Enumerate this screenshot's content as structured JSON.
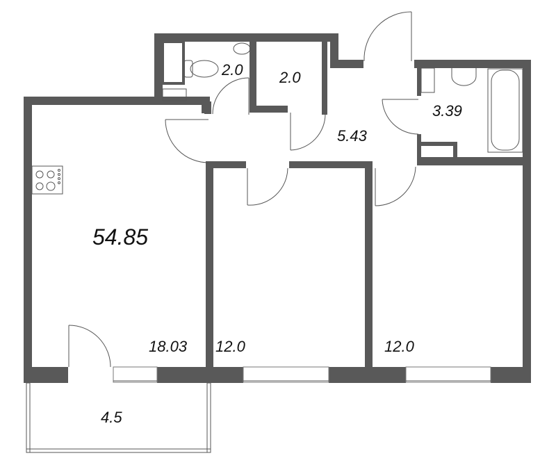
{
  "plan": {
    "total_area": "54.85",
    "rooms": [
      {
        "id": "kitchen_living",
        "area": "18.03"
      },
      {
        "id": "bedroom_middle",
        "area": "12.0"
      },
      {
        "id": "bedroom_right",
        "area": "12.0"
      },
      {
        "id": "hallway",
        "area": "5.43"
      },
      {
        "id": "toilet",
        "area": "2.0"
      },
      {
        "id": "storage",
        "area": "2.0"
      },
      {
        "id": "bathroom",
        "area": "3.39"
      },
      {
        "id": "balcony",
        "area": "4.5"
      }
    ]
  },
  "colors": {
    "wall": "#595959",
    "background": "#ffffff",
    "line": "#555555"
  }
}
